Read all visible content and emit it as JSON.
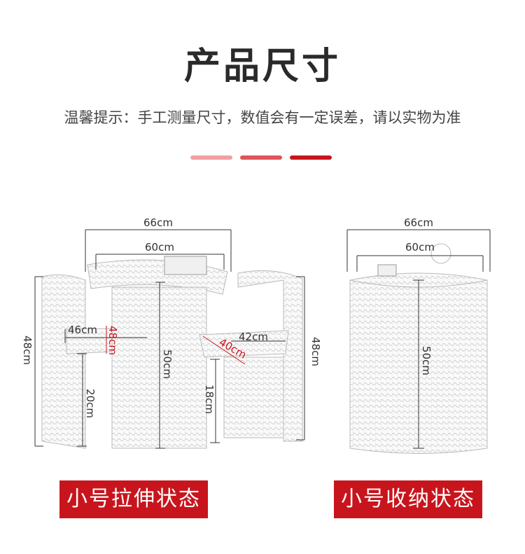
{
  "header": {
    "title": "产品尺寸",
    "subtitle": "温馨提示：手工测量尺寸，数值会有一定误差，请以实物为准"
  },
  "accent_bars": [
    "#f2a0a4",
    "#e0555c",
    "#c8151d"
  ],
  "left_figure": {
    "label": "小号拉伸状态",
    "dims": {
      "top_outer": "66cm",
      "top_inner": "60cm",
      "seat_depth": "46cm",
      "seat_height_red": "48cm",
      "total_height_left": "48cm",
      "table_height": "50cm",
      "leg_left": "20cm",
      "leg_right": "18cm",
      "seat_right": "42cm",
      "seat_right_red": "40cm",
      "total_height_right": "48cm"
    }
  },
  "right_figure": {
    "label": "小号收纳状态",
    "dims": {
      "top_outer": "66cm",
      "top_inner": "60cm",
      "height": "50cm"
    }
  },
  "colors": {
    "accent": "#c8151d",
    "text": "#333333"
  }
}
